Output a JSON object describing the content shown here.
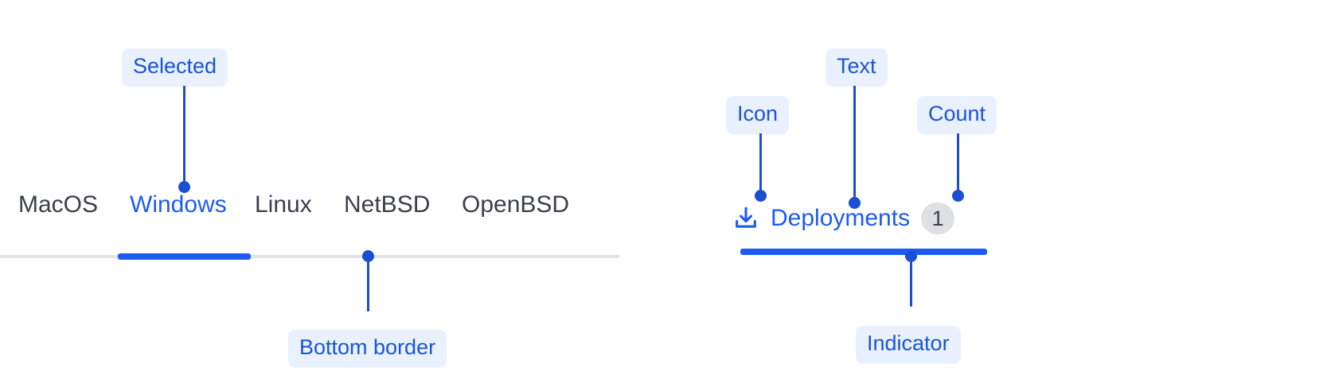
{
  "colors": {
    "accent_blue": "#1d5bf0",
    "annotation_blue": "#1a4fd0",
    "annotation_pill_bg": "#eaf1fe",
    "tab_text": "#3a3f4a",
    "baseline_gray": "#e2e3e7",
    "badge_bg": "#dfe0e3"
  },
  "left_tabs": {
    "items": [
      {
        "label": "MacOS",
        "selected": false
      },
      {
        "label": "Windows",
        "selected": true
      },
      {
        "label": "Linux",
        "selected": false
      },
      {
        "label": "NetBSD",
        "selected": false
      },
      {
        "label": "OpenBSD",
        "selected": false
      }
    ]
  },
  "right_tab": {
    "icon": "download-icon",
    "label": "Deployments",
    "count": "1"
  },
  "annotations": [
    {
      "id": "selected",
      "label": "Selected"
    },
    {
      "id": "bottom-border",
      "label": "Bottom border"
    },
    {
      "id": "icon",
      "label": "Icon"
    },
    {
      "id": "text",
      "label": "Text"
    },
    {
      "id": "count",
      "label": "Count"
    },
    {
      "id": "indicator",
      "label": "Indicator"
    }
  ]
}
